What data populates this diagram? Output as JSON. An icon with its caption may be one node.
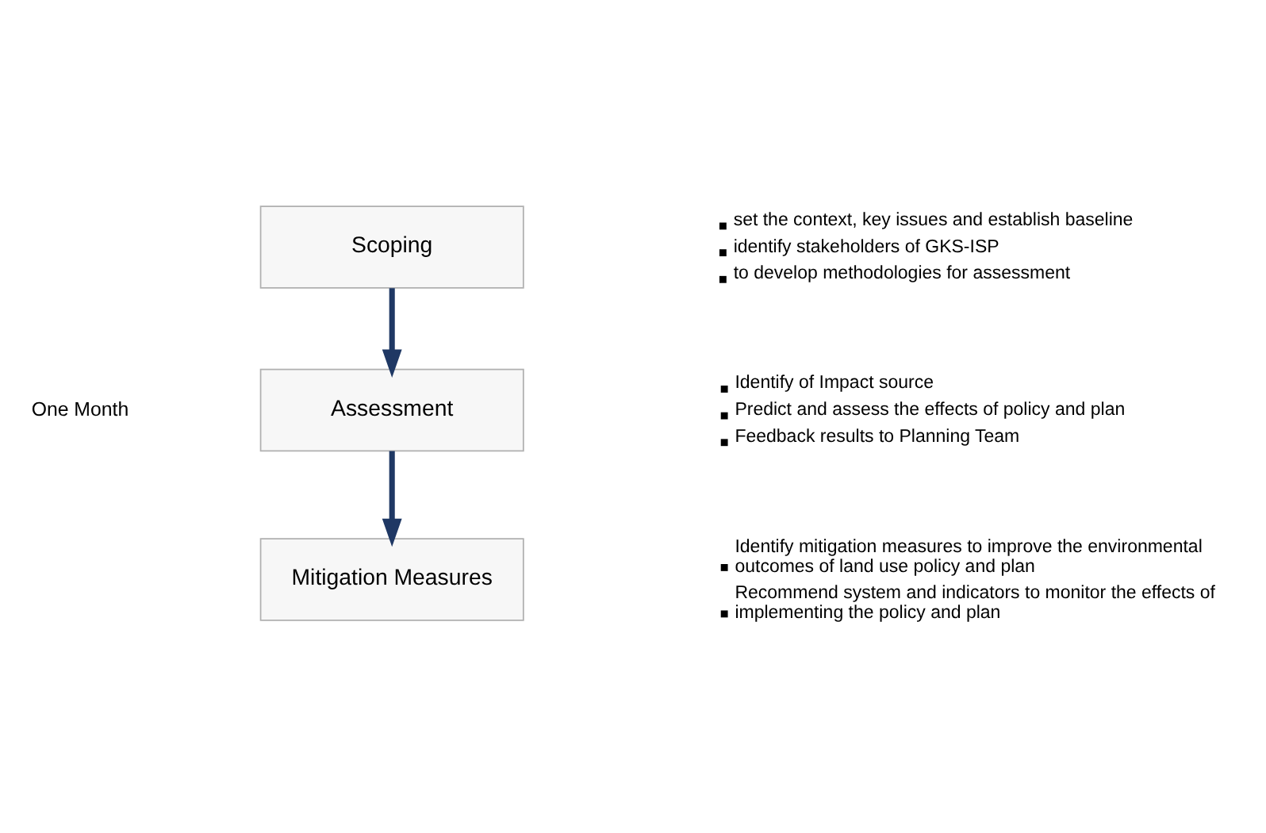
{
  "diagram": {
    "nodes": [
      {
        "text": [
          "Scoping"
        ],
        "beside": [
          "set the context, key issues and establish baseline",
          "identify stakeholders of GKS-ISP",
          "to develop methodologies for assessment"
        ]
      },
      {
        "text": [
          "Assessment"
        ],
        "beside": [
          "Identify of Impact source",
          "Predict and assess the effects of policy and plan",
          "Feedback results to Planning Team"
        ]
      },
      {
        "text": [
          "Mitigation Measures"
        ],
        "beside": [
          "Identify mitigation measures to improve the environmental outcomes of land use policy and plan",
          "Recommend system and indicators to monitor the effects of implementing the policy and plan"
        ]
      }
    ],
    "edges": [
      {
        "from": 0,
        "to": 1,
        "arrow": "to"
      },
      {
        "from": 1,
        "to": 2,
        "arrow": "to"
      }
    ],
    "labels": [
      "One Month"
    ]
  }
}
